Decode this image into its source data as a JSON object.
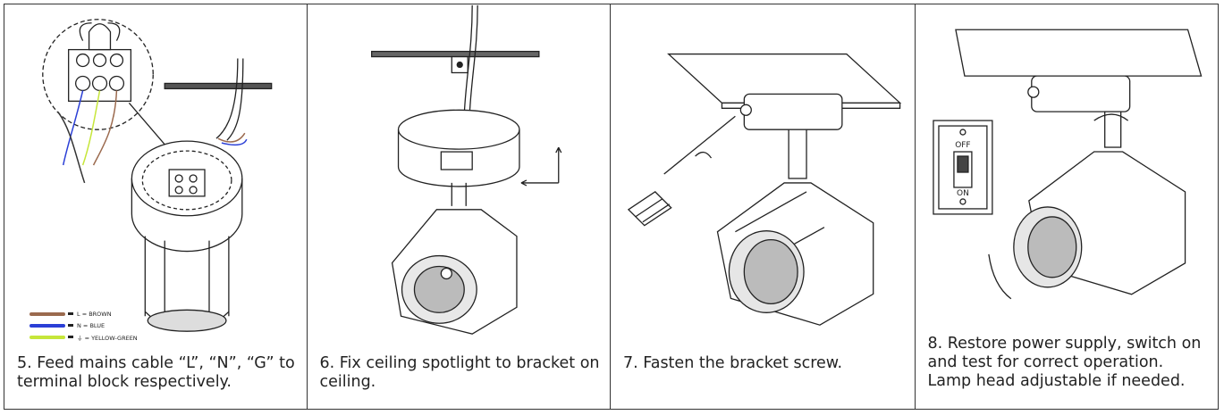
{
  "steps": [
    {
      "caption": "5. Feed mains cable “L”, “N”, “G” to terminal block respectively."
    },
    {
      "caption": "6. Fix ceiling spotlight to bracket on ceiling."
    },
    {
      "caption": "7. Fasten the bracket screw."
    },
    {
      "caption": "8. Restore power supply, switch on and test for correct operation. Lamp head adjustable if needed."
    }
  ],
  "legend": [
    {
      "label": "L = BROWN",
      "color": "#9b6a4e"
    },
    {
      "label": "N = BLUE",
      "color": "#2b3fd6"
    },
    {
      "label": "⏚ = YELLOW-GREEN",
      "color": "#c6e63a"
    }
  ],
  "switch": {
    "off_label": "OFF",
    "on_label": "ON"
  }
}
